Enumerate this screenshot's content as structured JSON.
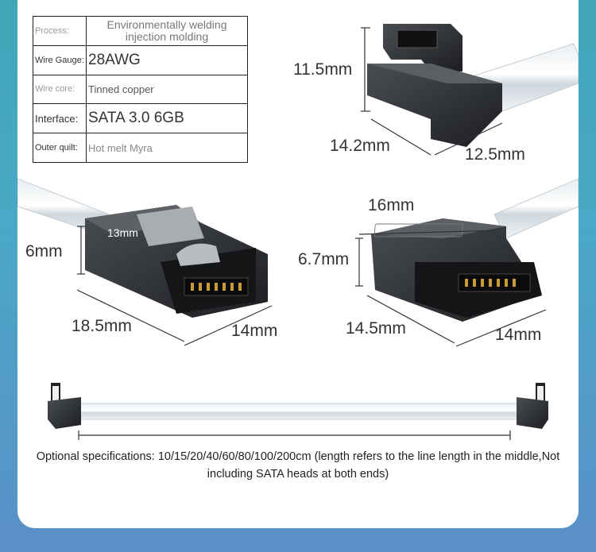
{
  "spec_table": [
    {
      "label": "Process:",
      "value": "Environmentally welding injection molding"
    },
    {
      "label": "Wire Gauge:",
      "value": "28AWG"
    },
    {
      "label": "Wire core:",
      "value": "Tinned copper"
    },
    {
      "label": "Interface:",
      "value": "SATA 3.0 6GB"
    },
    {
      "label": "Outer quilt:",
      "value": "Hot melt Myra"
    }
  ],
  "dimensions": {
    "right_angle_height": "11.5mm",
    "right_angle_depth": "14.2mm",
    "right_angle_width": "12.5mm",
    "straight_height": "6mm",
    "straight_latch": "13mm",
    "straight_length": "18.5mm",
    "straight_width": "14mm",
    "flat_length": "16mm",
    "flat_height": "6.7mm",
    "flat_depth": "14.5mm",
    "flat_width": "14mm"
  },
  "note": "Optional specifications: 10/15/20/40/60/80/100/200cm (length refers to the line length in the middle,Not including SATA heads at both ends)"
}
